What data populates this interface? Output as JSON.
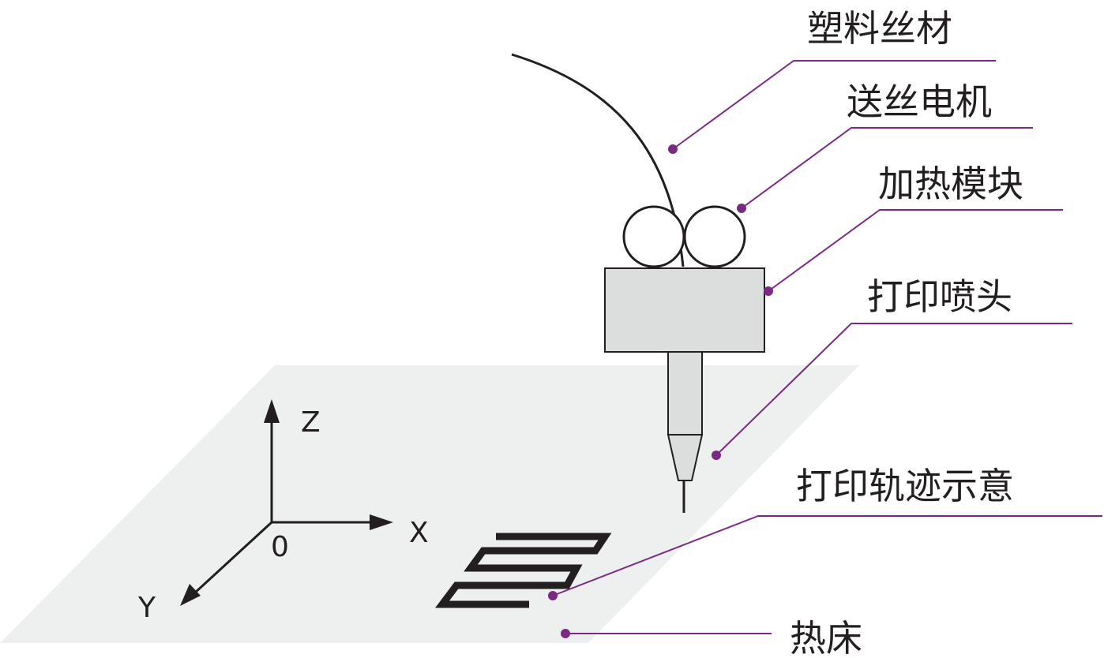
{
  "labels": {
    "filament": "塑料丝材",
    "feed_motor": "送丝电机",
    "heating_block": "加热模块",
    "nozzle": "打印喷头",
    "print_path": "打印轨迹示意",
    "heated_bed": "热床"
  },
  "axes": {
    "z": "Z",
    "x": "X",
    "y": "Y",
    "origin": "0"
  },
  "colors": {
    "leader": "#7b2a84",
    "line": "#231f20",
    "bed": "#eeefef",
    "block": "#dcdddd"
  }
}
